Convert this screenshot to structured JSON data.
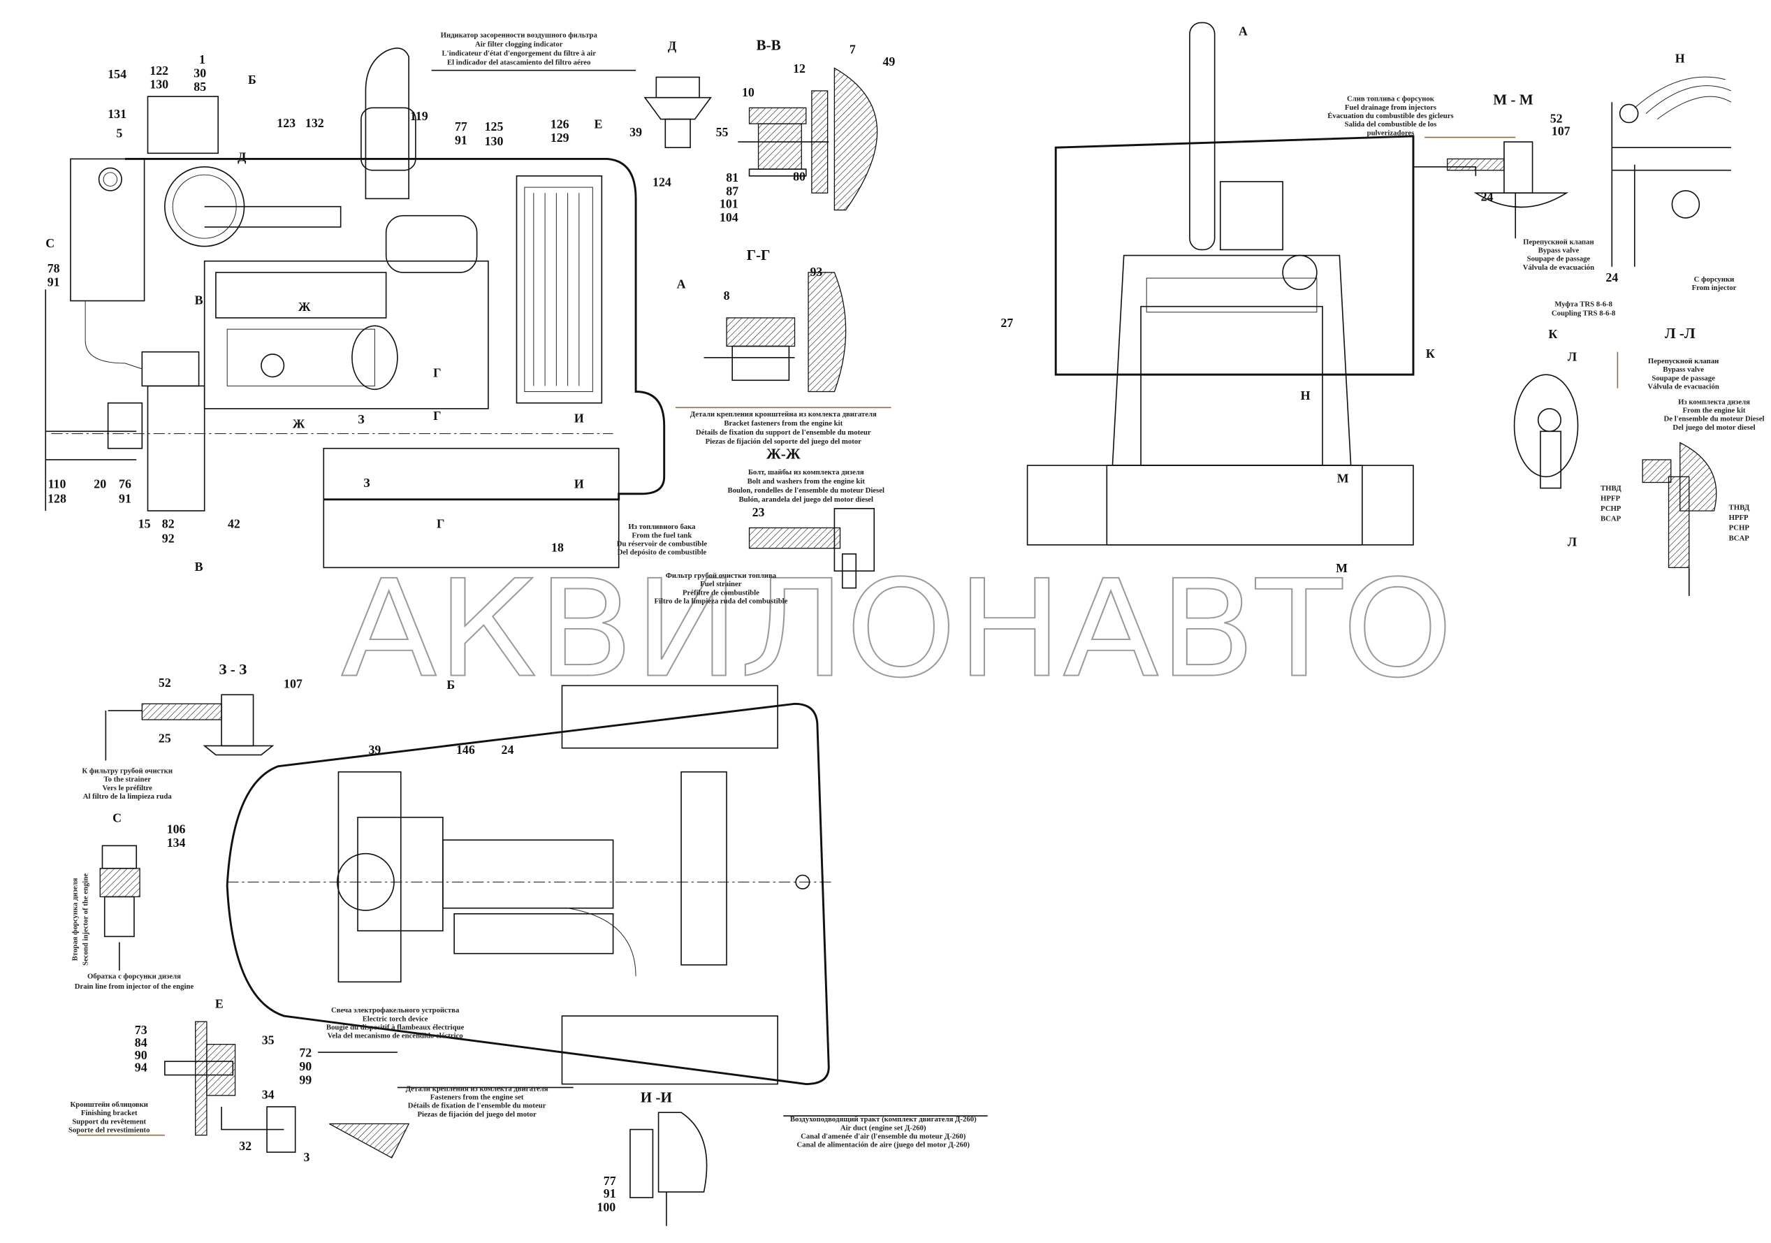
{
  "watermark": "АКВИЛОНАВТО",
  "main_view": [
    "1",
    "30",
    "85",
    "122",
    "130",
    "154",
    "Б",
    "131",
    "5",
    "Д",
    "123",
    "132",
    "119",
    "77",
    "91",
    "125",
    "130",
    "126",
    "129",
    "Е",
    "124",
    "С",
    "78",
    "91",
    "В",
    "Ж",
    "А",
    "Г",
    "Ж",
    "З",
    "Г",
    "И",
    "110",
    "128",
    "20",
    "76",
    "91",
    "15",
    "82",
    "92",
    "42",
    "В",
    "З",
    "И",
    "Г",
    "18"
  ],
  "d_view": [
    "Д",
    "39"
  ],
  "bb_view": [
    "В-В",
    "12",
    "7",
    "49",
    "10",
    "55",
    "80",
    "81",
    "87",
    "101",
    "104"
  ],
  "gg_view": [
    "Г-Г",
    "93",
    "8"
  ],
  "zhzh_view": [
    "Ж-Ж",
    "23"
  ],
  "a_view": [
    "А",
    "27",
    "К",
    "Н",
    "М",
    "М"
  ],
  "mm_view": [
    "М - М",
    "52",
    "107",
    "24"
  ],
  "h_view": [
    "Н",
    "24"
  ],
  "k_view": [
    "К",
    "Л",
    "Л"
  ],
  "ll_view": [
    "Л -Л"
  ],
  "zz_view": [
    "З - З",
    "52",
    "107",
    "25"
  ],
  "c_view": [
    "С",
    "106",
    "134"
  ],
  "e_view": [
    "Е",
    "73",
    "84",
    "90",
    "94",
    "35",
    "34",
    "32",
    "72",
    "90",
    "99",
    "3"
  ],
  "b_view": [
    "Б",
    "39",
    "146",
    "24"
  ],
  "ii_view": [
    "И -И",
    "77",
    "91",
    "100"
  ],
  "notes": {
    "air_filter_indicator": [
      "Индикатор засоренности воздушного фильтра",
      "Air filter clogging indicator",
      "L'indicateur d'état d'engorgement du filtre à air",
      "El indicador del atascamiento del filtro aéreo"
    ],
    "bracket_fasteners": [
      "Детали крепления кронштейна из комлекта двигателя",
      "Bracket fasteners from the engine kit",
      "Détails de fixation du support de l'ensemble du moteur",
      "Piezas de fijación del soporte del juego del motor"
    ],
    "bolt_washers": [
      "Болт, шайбы из комплекта дизеля",
      "Bolt and washers from the engine kit",
      "Boulon, rondelles de l'ensemble du moteur Diesel",
      "Bulón, arandela del juego del motor diesel"
    ],
    "from_fuel_tank": [
      "Из топливного бака",
      "From the fuel tank",
      "Du réservoir de combustible",
      "Del depósito de combustible"
    ],
    "fuel_strainer": [
      "Фильтр грубой очистки топлива",
      "Fuel strainer",
      "Préfiltre de combustible",
      "Filtro de la limpieza ruda del combustible"
    ],
    "fuel_drainage": [
      "Слив топлива с форсунок",
      "Fuel drainage from injectors",
      "Évacuation du combustible des gicleurs",
      "Salida del combustible de los",
      "pulverizadores"
    ],
    "bypass_valve_h": [
      "Перепускной клапан",
      "Bypass valve",
      "Soupape de passage",
      "Válvula de evacuación"
    ],
    "from_injector": [
      "С форсунки",
      "From injector"
    ],
    "coupling": [
      "Муфта TRS 8-6-8",
      "Coupling TRS 8-6-8"
    ],
    "bypass_valve_ll": [
      "Перепускной клапан",
      "Bypass valve",
      "Soupape de passage",
      "Válvula de evacuación"
    ],
    "engine_kit_ll": [
      "Из комплекта дизеля",
      "From the engine kit",
      "De l'ensemble du moteur Diesel",
      "Del juego del motor diesel"
    ],
    "pump_k": [
      "ТНВД",
      "HPFP",
      "РСНР",
      "BCAP"
    ],
    "pump_ll": [
      "ТНВД",
      "HPFP",
      "РСНР",
      "BCAP"
    ],
    "to_strainer": [
      "К фильтру грубой очистки",
      "To the strainer",
      "Vers le préfiltre",
      "Al filtro de la limpieza ruda"
    ],
    "drain_line": [
      "Обратка с форсунки дизеля",
      "Drain line from injector of the engine"
    ],
    "second_injector": [
      "Вторая форсунка дизеля",
      "Second injector of the engine"
    ],
    "finishing_bracket": [
      "Кронштейн облицовки",
      "Finishing bracket",
      "Support du revêtement",
      "Soporte del revestimiento"
    ],
    "fasteners_engine_set": [
      "Детали крепления из комлекта двигателя",
      "Fasteners from the engine set",
      "Détails de fixation de l'ensemble du moteur",
      "Piezas de fijación del juego del motor"
    ],
    "electric_torch": [
      "Свеча электрофакельного устройства",
      "Electric torch device",
      "Bougie du dispositif à flambeaux électrique",
      "Vela del mecanismo de encendido eléctrico"
    ],
    "air_duct": [
      "Воздухоподводящий тракт (комплект двигателя Д-260)",
      "Air duct (engine set Д-260)",
      "Canal d'amenée d'air (l'ensemble du moteur Д-260)",
      "Canal de alimentación de aire (juego del motor Д-260)"
    ]
  }
}
